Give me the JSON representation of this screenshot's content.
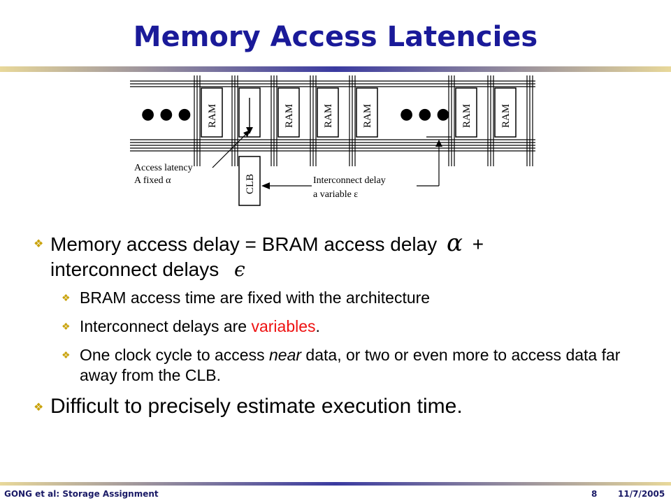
{
  "slide": {
    "title": "Memory Access Latencies"
  },
  "diagram": {
    "dots": "● ● ●",
    "cells": [
      "RAM",
      "RAM",
      "RAM",
      "RAM",
      "RAM",
      "RAM"
    ],
    "clb": "CLB",
    "access_latency_line1": "Access latency",
    "access_latency_line2": "A fixed α",
    "interconnect_line1": "Interconnect delay",
    "interconnect_line2": "a variable ε"
  },
  "bullets": {
    "main1_part1": "Memory access delay = BRAM access delay",
    "main1_alpha": "α",
    "main1_plus": "+",
    "main1_part2": "interconnect delays",
    "main1_epsilon": "ϵ",
    "sub1": "BRAM access time are fixed with the architecture",
    "sub2_pre": "Interconnect delays are ",
    "sub2_red": "variables",
    "sub2_post": ".",
    "sub3_pre": "One clock cycle to access ",
    "sub3_em": "near",
    "sub3_post": " data, or  two or even more to access data far away from the CLB.",
    "main2": "Difficult to precisely estimate execution time."
  },
  "footer": {
    "left": "GONG et al: Storage Assignment",
    "page": "8",
    "date": "11/7/2005"
  },
  "colors": {
    "title": "#1a1a99",
    "bullet": "#c9a20a",
    "highlight": "#ee1111"
  }
}
